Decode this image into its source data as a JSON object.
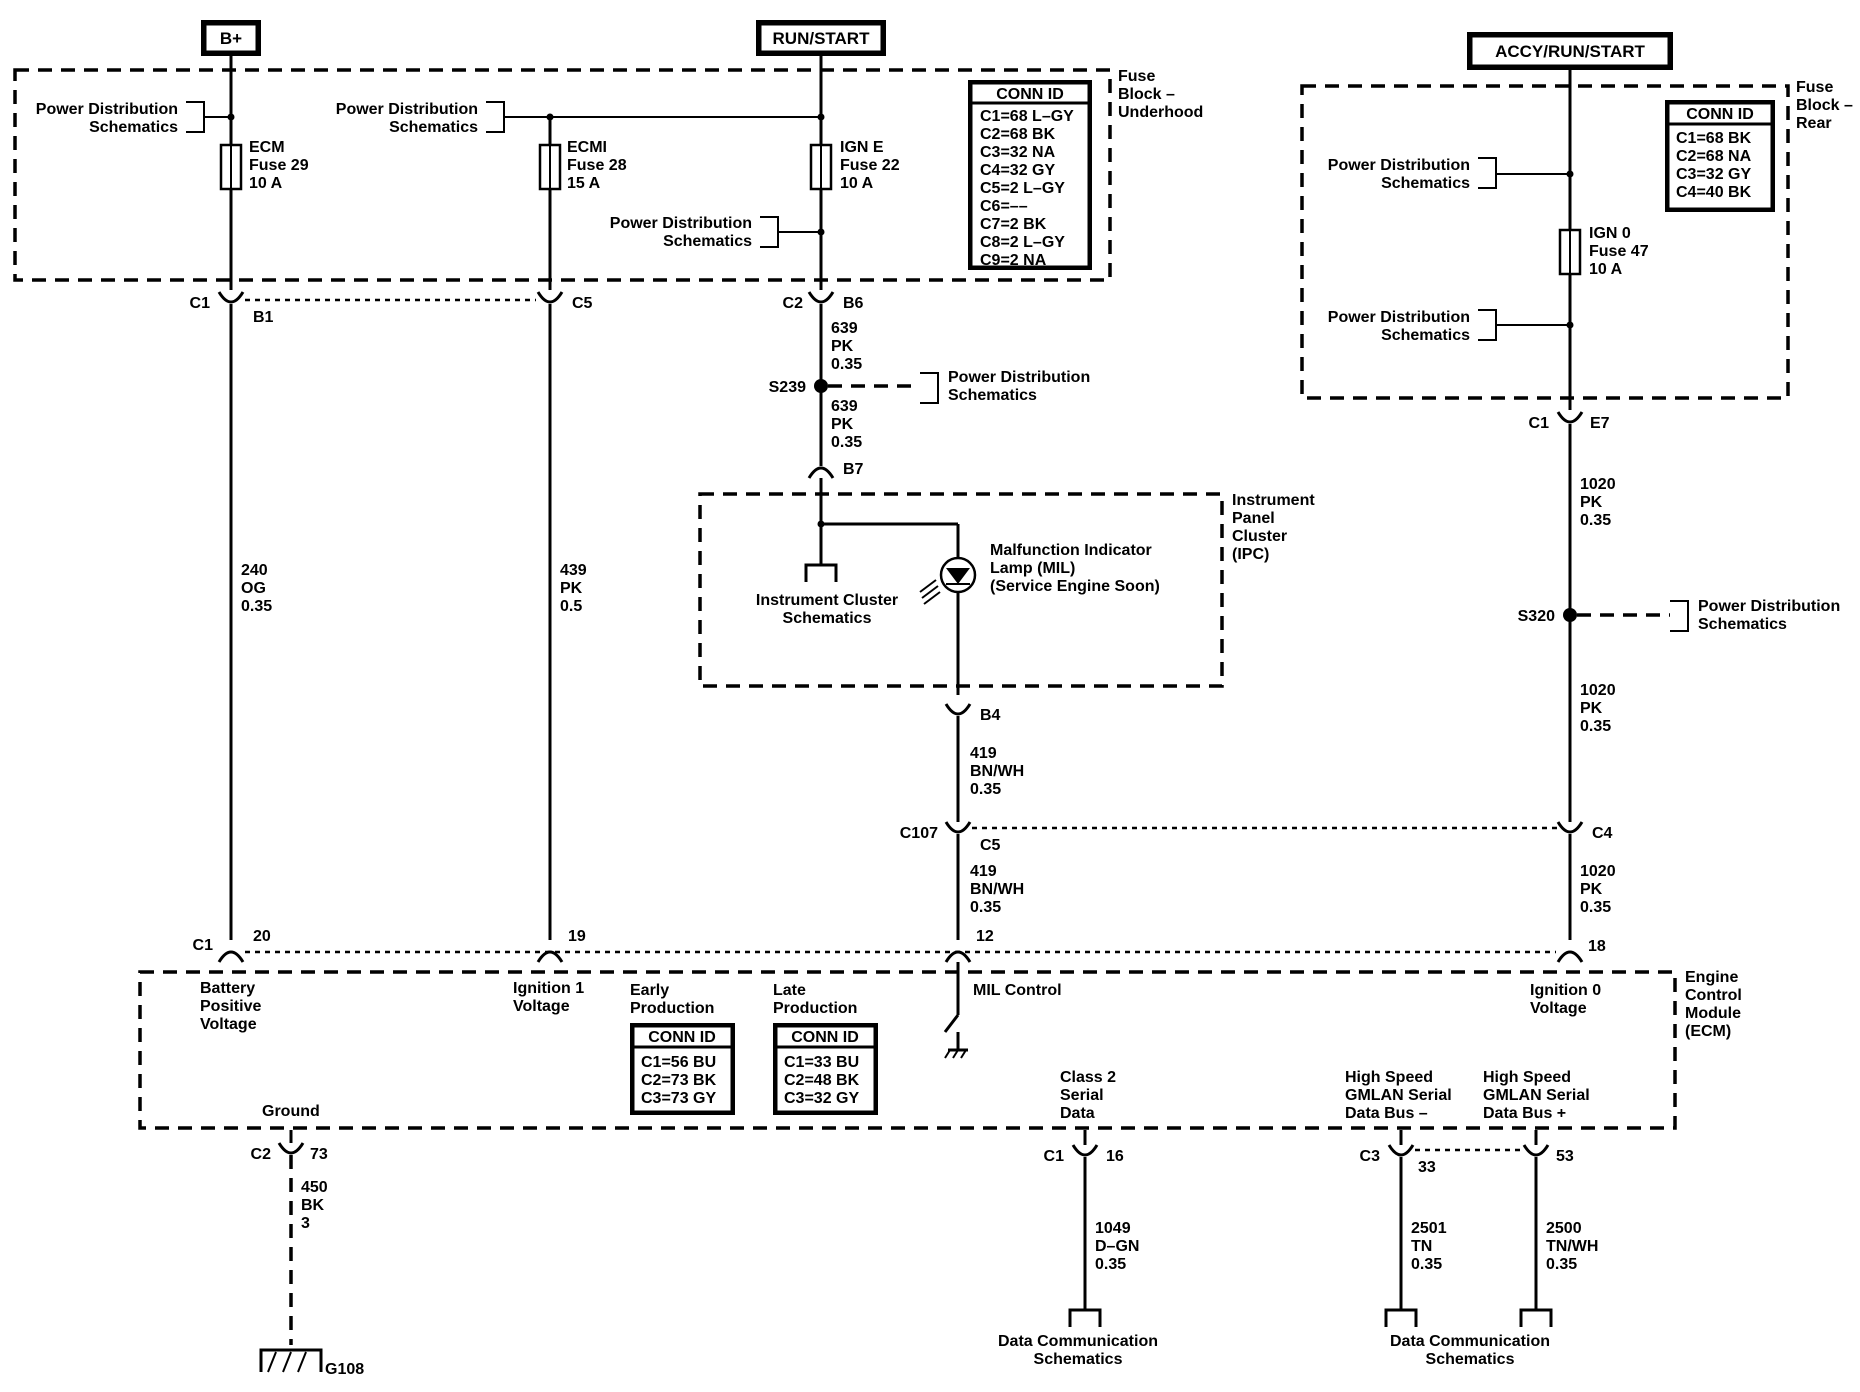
{
  "power_sources": {
    "b_plus": "B+",
    "run_start": "RUN/START",
    "accy_run_start": "ACCY/RUN/START"
  },
  "fuse_block_underhood": {
    "title": [
      "Fuse",
      "Block –",
      "Underhood"
    ],
    "conn_id": {
      "header": "CONN ID",
      "rows": [
        "C1=68 L–GY",
        "C2=68 BK",
        "C3=32 NA",
        "C4=32 GY",
        "C5=2 L–GY",
        "C6=––",
        "C7=2 BK",
        "C8=2 L–GY",
        "C9=2 NA"
      ]
    },
    "fuses": [
      {
        "lines": [
          "ECM",
          "Fuse 29",
          "10 A"
        ]
      },
      {
        "lines": [
          "ECMI",
          "Fuse 28",
          "15 A"
        ]
      },
      {
        "lines": [
          "IGN E",
          "Fuse 22",
          "10 A"
        ]
      }
    ]
  },
  "fuse_block_rear": {
    "title": [
      "Fuse",
      "Block –",
      "Rear"
    ],
    "conn_id": {
      "header": "CONN ID",
      "rows": [
        "C1=68 BK",
        "C2=68 NA",
        "C3=32 GY",
        "C4=40 BK"
      ]
    },
    "fuse": {
      "lines": [
        "IGN 0",
        "Fuse 47",
        "10 A"
      ]
    }
  },
  "power_distribution": [
    "Power Distribution",
    "Schematics"
  ],
  "connectors": {
    "c1": "C1",
    "b1": "B1",
    "c5": "C5",
    "c2": "C2",
    "b6": "B6",
    "b7": "B7",
    "b4": "B4",
    "c107": "C107",
    "c5b": "C5",
    "c4": "C4",
    "e7": "E7",
    "c1r": "C1",
    "ecm_c1": "C1",
    "pin20": "20",
    "pin19": "19",
    "pin12": "12",
    "pin18": "18",
    "c2g": "C2",
    "pin73": "73",
    "c1d": "C1",
    "pin16": "16",
    "c3": "C3",
    "pin33": "33",
    "pin53": "53"
  },
  "splices": {
    "s239": "S239",
    "s320": "S320"
  },
  "wires": {
    "w240": [
      "240",
      "OG",
      "0.35"
    ],
    "w439": [
      "439",
      "PK",
      "0.5"
    ],
    "w639a": [
      "639",
      "PK",
      "0.35"
    ],
    "w639b": [
      "639",
      "PK",
      "0.35"
    ],
    "w419a": [
      "419",
      "BN/WH",
      "0.35"
    ],
    "w419b": [
      "419",
      "BN/WH",
      "0.35"
    ],
    "w1020a": [
      "1020",
      "PK",
      "0.35"
    ],
    "w1020b": [
      "1020",
      "PK",
      "0.35"
    ],
    "w1020c": [
      "1020",
      "PK",
      "0.35"
    ],
    "w450": [
      "450",
      "BK",
      "3"
    ],
    "w1049": [
      "1049",
      "D–GN",
      "0.35"
    ],
    "w2501": [
      "2501",
      "TN",
      "0.35"
    ],
    "w2500": [
      "2500",
      "TN/WH",
      "0.35"
    ]
  },
  "ipc": {
    "title": [
      "Instrument",
      "Panel",
      "Cluster",
      "(IPC)"
    ],
    "cluster_schematics": [
      "Instrument Cluster",
      "Schematics"
    ],
    "mil": [
      "Malfunction Indicator",
      "Lamp (MIL)",
      "(Service Engine Soon)"
    ]
  },
  "ecm": {
    "title": [
      "Engine",
      "Control",
      "Module",
      "(ECM)"
    ],
    "battery": [
      "Battery",
      "Positive",
      "Voltage"
    ],
    "ign1": [
      "Ignition 1",
      "Voltage"
    ],
    "early": [
      "Early",
      "Production"
    ],
    "late": [
      "Late",
      "Production"
    ],
    "early_conn": {
      "header": "CONN ID",
      "rows": [
        "C1=56 BU",
        "C2=73 BK",
        "C3=73 GY"
      ]
    },
    "late_conn": {
      "header": "CONN ID",
      "rows": [
        "C1=33 BU",
        "C2=48 BK",
        "C3=32 GY"
      ]
    },
    "mil_control": "MIL Control",
    "ign0": [
      "Ignition 0",
      "Voltage"
    ],
    "ground": "Ground",
    "class2": [
      "Class 2",
      "Serial",
      "Data"
    ],
    "hs_minus": [
      "High Speed",
      "GMLAN Serial",
      "Data Bus –"
    ],
    "hs_plus": [
      "High Speed",
      "GMLAN Serial",
      "Data Bus +"
    ]
  },
  "data_comm": [
    "Data Communication",
    "Schematics"
  ],
  "ground_id": "G108"
}
